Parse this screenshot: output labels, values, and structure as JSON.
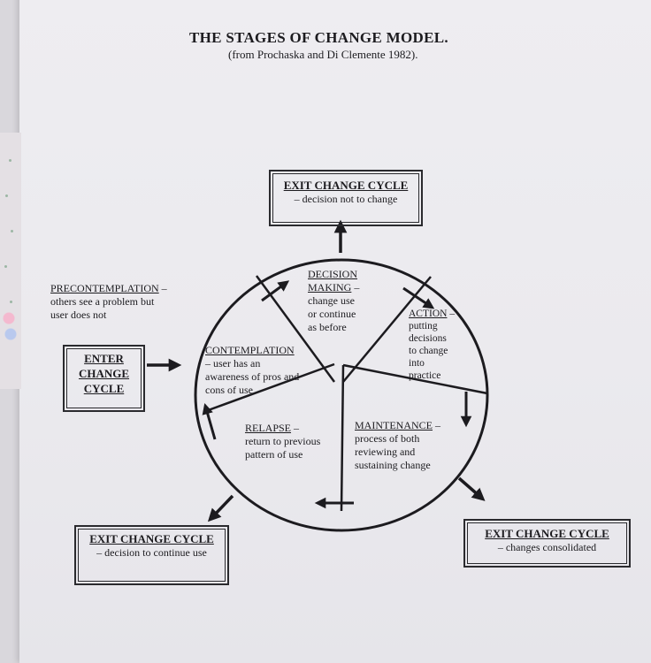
{
  "title": "THE STAGES OF CHANGE MODEL.",
  "subtitle": "(from Prochaska and Di Clemente 1982).",
  "boxes": {
    "exit_top": {
      "heading": "EXIT CHANGE CYCLE",
      "text": "– decision not to change"
    },
    "exit_left": {
      "heading": "EXIT CHANGE CYCLE",
      "text": "– decision to continue use"
    },
    "exit_right": {
      "heading": "EXIT CHANGE CYCLE",
      "text": "– changes consolidated"
    },
    "enter": {
      "line1": "ENTER",
      "line2": "CHANGE",
      "line3": "CYCLE"
    }
  },
  "stages": {
    "precontemplation": {
      "name": "PRECONTEMPLATION",
      "suffix": " –",
      "line1": "others see a problem but",
      "line2": "user does not"
    },
    "decision": {
      "name1": "DECISION",
      "name2": "MAKING",
      "suffix": " –",
      "line1": "change use",
      "line2": "or continue",
      "line3": "as before"
    },
    "action": {
      "name": "ACTION",
      "suffix": " –",
      "line1": "putting",
      "line2": "decisions",
      "line3": "to change",
      "line4": "into",
      "line5": "practice"
    },
    "contemplation": {
      "name": "CONTEMPLATION",
      "line1": "– user has an",
      "line2": "awareness of pros and",
      "line3": "cons of use"
    },
    "maintenance": {
      "name": "MAINTENANCE",
      "suffix": " –",
      "line1": "process of both",
      "line2": "reviewing and",
      "line3": "sustaining change"
    },
    "relapse": {
      "name": "RELAPSE",
      "suffix": " –",
      "line1": "return to previous",
      "line2": "pattern of use"
    }
  },
  "colors": {
    "ink": "#1c1b1f",
    "paper": "#eceaef",
    "background": "#d9d7dc"
  }
}
